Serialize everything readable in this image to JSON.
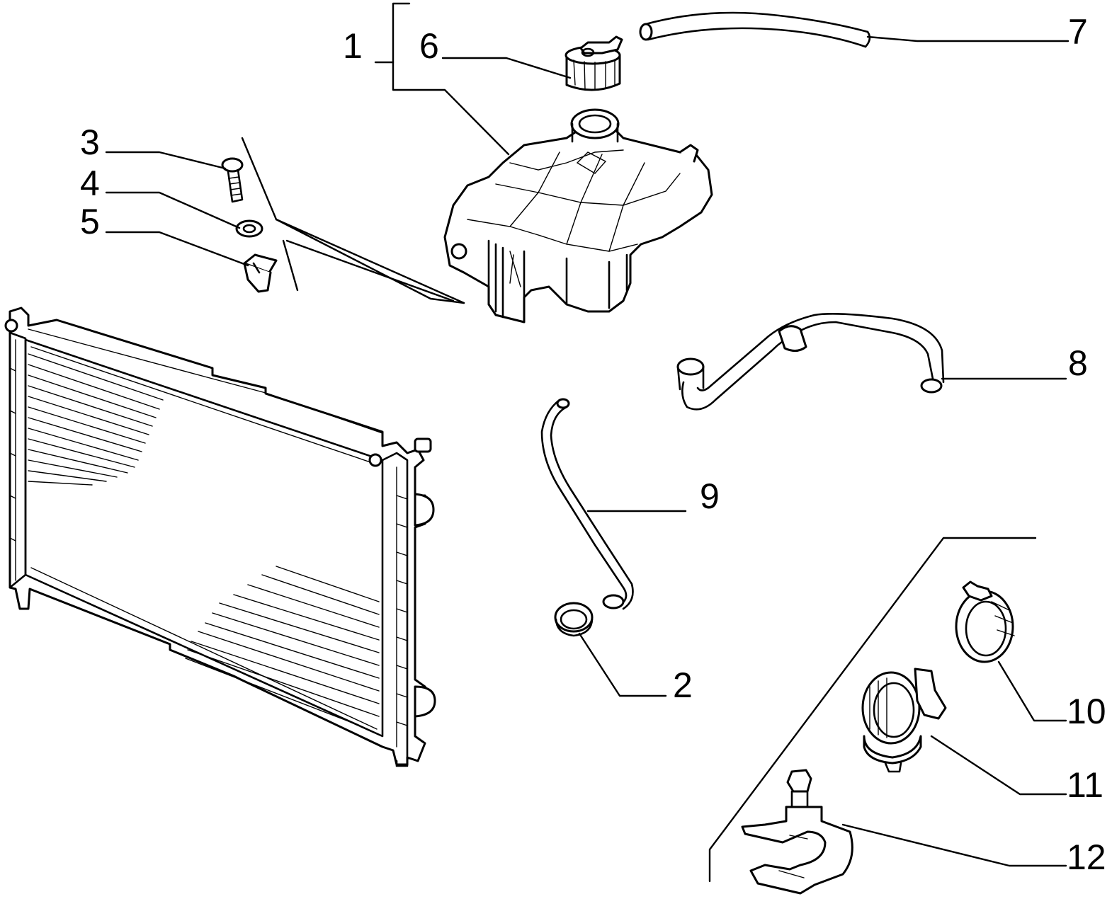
{
  "diagram": {
    "callouts": [
      {
        "id": "1",
        "label": "1"
      },
      {
        "id": "2",
        "label": "2"
      },
      {
        "id": "3",
        "label": "3"
      },
      {
        "id": "4",
        "label": "4"
      },
      {
        "id": "5",
        "label": "5"
      },
      {
        "id": "6",
        "label": "6"
      },
      {
        "id": "7",
        "label": "7"
      },
      {
        "id": "8",
        "label": "8"
      },
      {
        "id": "9",
        "label": "9"
      },
      {
        "id": "10",
        "label": "10"
      },
      {
        "id": "11",
        "label": "11"
      },
      {
        "id": "12",
        "label": "12"
      }
    ]
  },
  "colors": {
    "line": "#000000",
    "background": "#ffffff"
  }
}
